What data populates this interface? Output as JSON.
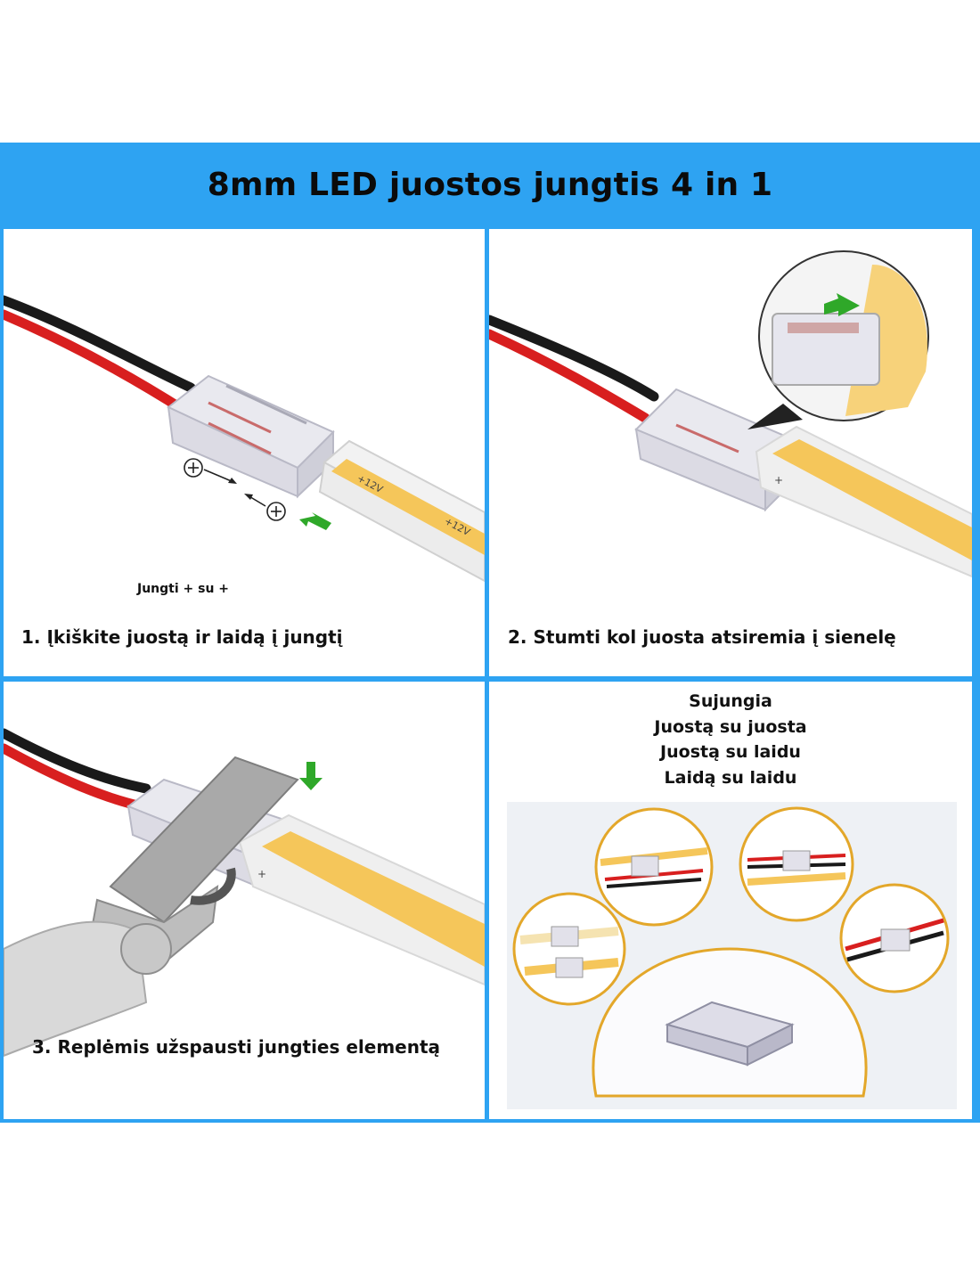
{
  "title": "8mm LED juostos jungtis 4 in 1",
  "steps": [
    {
      "label": "1. Įkiškite juostą ir laidą į jungtį",
      "note": "Jungti + su +"
    },
    {
      "label": "2. Stumti kol juosta atsiremia į sienelę"
    },
    {
      "label": "3. Replėmis užspausti jungties elementą"
    }
  ],
  "connects": {
    "heading": "Sujungia",
    "options": [
      "Juostą su juosta",
      "Juostą su laidu",
      "Laidą su laidu"
    ]
  },
  "strip_print": {
    "plus_12v": "+12V",
    "minus": "-",
    "plus": "+"
  },
  "icons": [
    "plus-circle-icon",
    "arrow-icon",
    "green-arrow-icon",
    "magnifier-icon",
    "pliers-icon"
  ],
  "colors": {
    "frame_blue": "#2ea3f2",
    "led_yellow": "#f5c65a",
    "wire_red": "#d81f1f",
    "wire_black": "#1a1a1a",
    "arrow_green": "#2fa829",
    "ring_gold": "#e3a72a"
  }
}
